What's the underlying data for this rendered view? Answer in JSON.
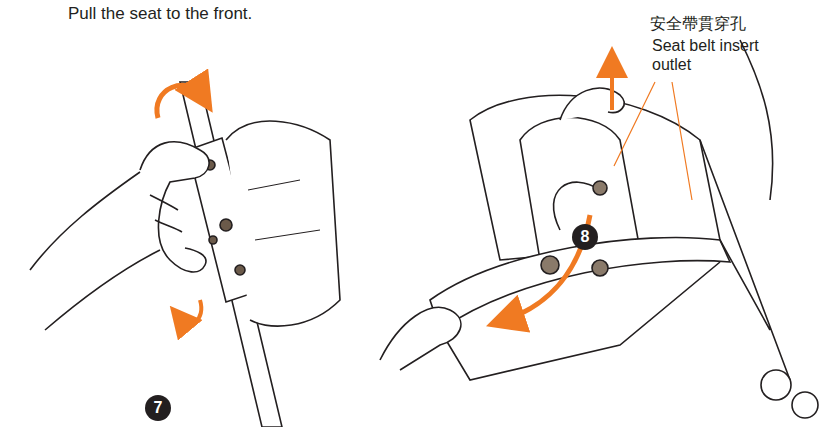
{
  "diagram": {
    "labels": [
      "Pull the seat to the front.",
      "安全帶貫穿孔",
      "Seat belt insert outlet",
      "7",
      "8"
    ]
  }
}
